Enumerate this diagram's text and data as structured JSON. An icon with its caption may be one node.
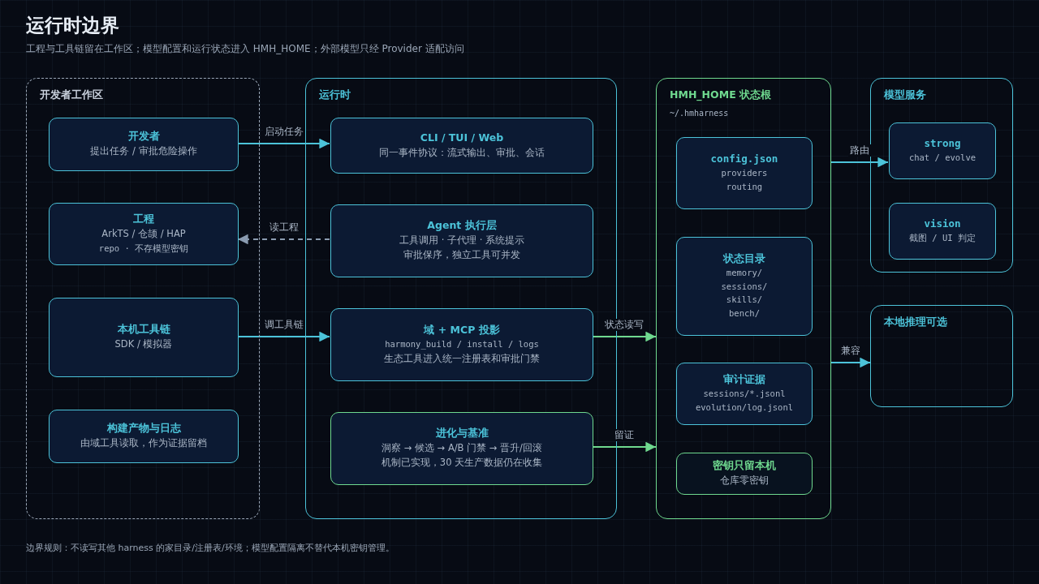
{
  "diagram": {
    "title": "运行时边界",
    "caption": "边界规则：不读写其他 harness 的家目录/注册表/环境；模型配置隔离不替代本机密钥管理。",
    "nodes": [
      {
        "text": [
          "开发者工作区"
        ]
      },
      {
        "text": [
          "开发者",
          "提出任务 / 审批危险操作"
        ],
        "in": 0
      },
      {
        "text": [
          "工程",
          "ArkTS / 仓颉 / HAP",
          "repo · 不存模型密钥"
        ],
        "in": 0
      },
      {
        "text": [
          "本机工具链",
          "SDK / 模拟器"
        ],
        "in": 0
      },
      {
        "text": [
          "构建产物与日志",
          "由域工具读取，作为证据留档"
        ],
        "in": 0
      },
      {
        "text": [
          "运行时"
        ]
      },
      {
        "text": [
          "CLI / TUI / Web",
          "同一事件协议：流式输出、审批、会话"
        ],
        "in": 5
      },
      {
        "text": [
          "Agent 执行层",
          "工具调用 · 子代理 · 系统提示",
          "审批保序，独立工具可并发"
        ],
        "in": 5
      },
      {
        "text": [
          "域 + MCP 投影",
          "harmony_build / install / logs",
          "生态工具进入统一注册表和审批门禁"
        ],
        "in": 5
      },
      {
        "text": [
          "进化与基准",
          "洞察 → 候选 → A/B 门禁 → 晋升/回滚",
          "机制已实现，30 天生产数据仍在收集"
        ],
        "in": 5
      },
      {
        "text": [
          "HMH_HOME 状态根",
          "~/.hmharness"
        ]
      },
      {
        "text": [
          "config.json",
          "providers",
          "routing"
        ],
        "in": 10
      },
      {
        "text": [
          "状态目录",
          "memory/",
          "sessions/",
          "skills/",
          "bench/"
        ],
        "in": 10
      },
      {
        "text": [
          "审计证据",
          "sessions/*.jsonl",
          "evolution/log.jsonl"
        ],
        "in": 10
      },
      {
        "text": [
          "密钥只留本机",
          "仓库零密钥"
        ],
        "in": 10
      },
      {
        "text": [
          "模型服务"
        ]
      },
      {
        "text": [
          "strong",
          "chat / evolve"
        ],
        "in": 15
      },
      {
        "text": [
          "vision",
          "截图 / UI 判定"
        ],
        "in": 15
      },
      {
        "text": [
          "本地推理可选"
        ]
      }
    ],
    "edges": [
      {
        "from": 1,
        "to": 6,
        "arrow": "to",
        "label": "启动任务"
      },
      {
        "from": 7,
        "to": 2,
        "arrow": "to",
        "label": "读工程",
        "style": "dashed",
        "color": "#8a9bb0"
      },
      {
        "from": 3,
        "to": 8,
        "arrow": "to",
        "label": "调工具链"
      },
      {
        "from": 8,
        "to": 10,
        "arrow": "to",
        "label": "状态读写",
        "color": "#6fd98f"
      },
      {
        "from": 9,
        "to": 10,
        "arrow": "to",
        "label": "留证",
        "color": "#6fd98f"
      },
      {
        "from": 10,
        "to": 16,
        "arrow": "to",
        "label": "路由"
      },
      {
        "from": 10,
        "to": 18,
        "arrow": "to",
        "label": "兼容"
      }
    ],
    "labels": [
      "工程与工具链留在工作区；模型配置和运行状态进入 HMH_HOME；外部模型只经 Provider 适配访问"
    ]
  }
}
